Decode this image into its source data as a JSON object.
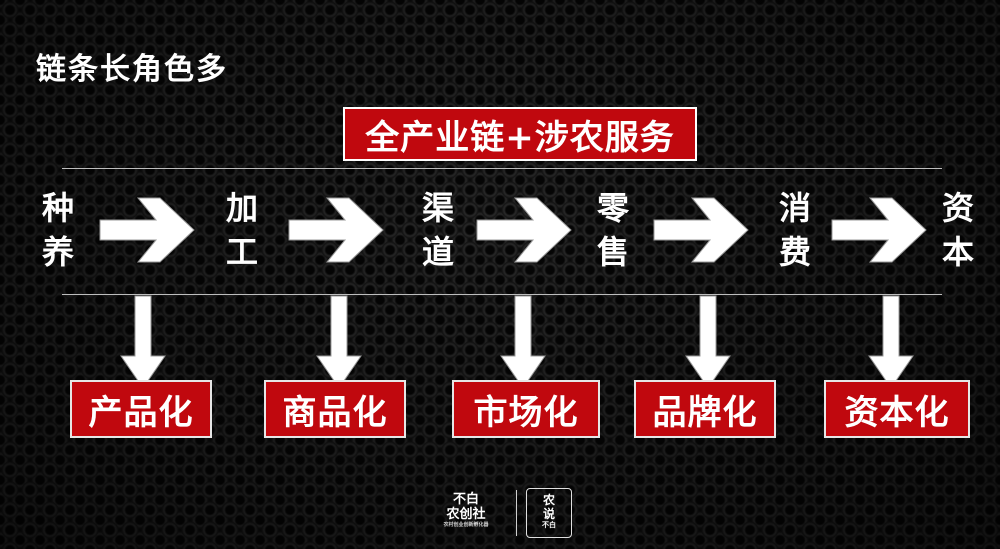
{
  "title": "链条长角色多",
  "banner": "全产业链+涉农服务",
  "stages": [
    {
      "chars": [
        "种",
        "养"
      ]
    },
    {
      "chars": [
        "加",
        "工"
      ]
    },
    {
      "chars": [
        "渠",
        "道"
      ]
    },
    {
      "chars": [
        "零",
        "售"
      ]
    },
    {
      "chars": [
        "消",
        "费"
      ]
    },
    {
      "chars": [
        "资",
        "本"
      ]
    }
  ],
  "results": [
    "产品化",
    "商品化",
    "市场化",
    "品牌化",
    "资本化"
  ],
  "logo": {
    "left_line1": "不白",
    "left_line2": "农创社",
    "left_sub": "农村创业创新孵化器",
    "right_line1": "农",
    "right_line2": "说",
    "right_side": "不白"
  },
  "colors": {
    "accent_red": "#c0080e",
    "text": "#ffffff",
    "background": "#0d0d0d"
  }
}
